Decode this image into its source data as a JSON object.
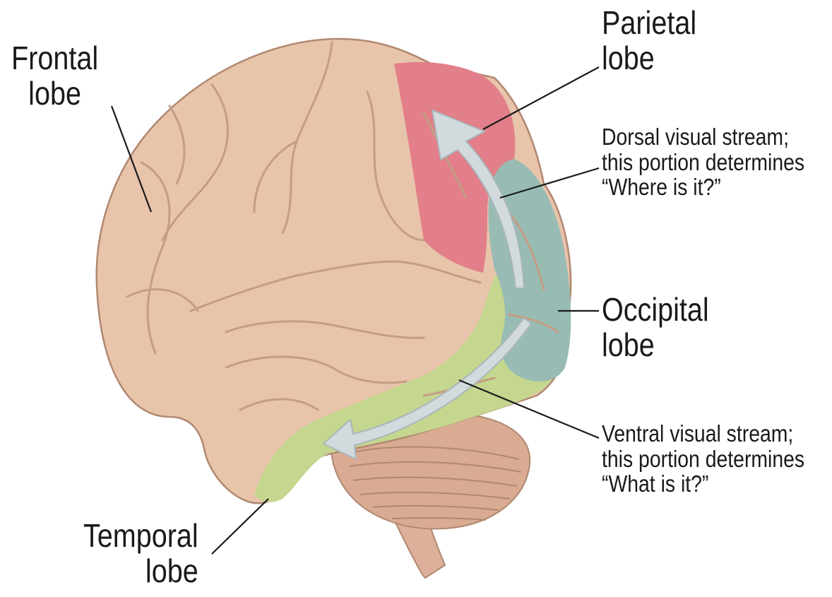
{
  "labels": {
    "frontal": [
      "Frontal",
      "lobe"
    ],
    "parietal": [
      "Parietal",
      "lobe"
    ],
    "dorsal": [
      "Dorsal visual stream;",
      "this portion determines",
      "“Where is it?”"
    ],
    "occipital": [
      "Occipital",
      "lobe"
    ],
    "ventral": [
      "Ventral visual stream;",
      "this portion determines",
      "“What is it?”"
    ],
    "temporal": [
      "Temporal",
      "lobe"
    ]
  },
  "colors": {
    "brain": "#e8c4aa",
    "brain_outline": "#b08870",
    "gyrus_line": "#c49e84",
    "parietal_region": "#e27f8a",
    "occipital_region": "#98bcb4",
    "temporal_region": "#c5d68e",
    "cerebellum": "#d9ab92",
    "brainstem": "#dcb09a",
    "arrow": "#d2dadd",
    "arrow_outline": "#a9b6bb",
    "leader_line": "#1a1a1a"
  }
}
